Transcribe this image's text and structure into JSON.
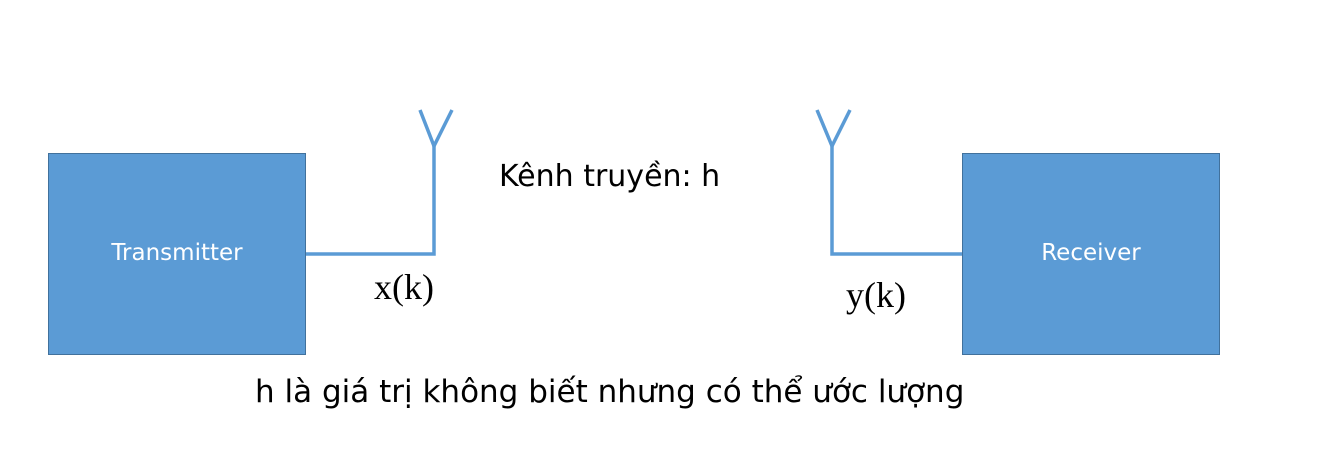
{
  "blocks": {
    "transmitter": "Transmitter",
    "receiver": "Receiver"
  },
  "signals": {
    "transmitted": "x(k)",
    "received": "y(k)"
  },
  "channel_label": "Kênh truyền: h",
  "caption": "h là giá trị không biết nhưng có thể ước lượng",
  "colors": {
    "block_fill": "#5b9bd5",
    "block_border": "#41719c",
    "line": "#5b9bd5"
  }
}
